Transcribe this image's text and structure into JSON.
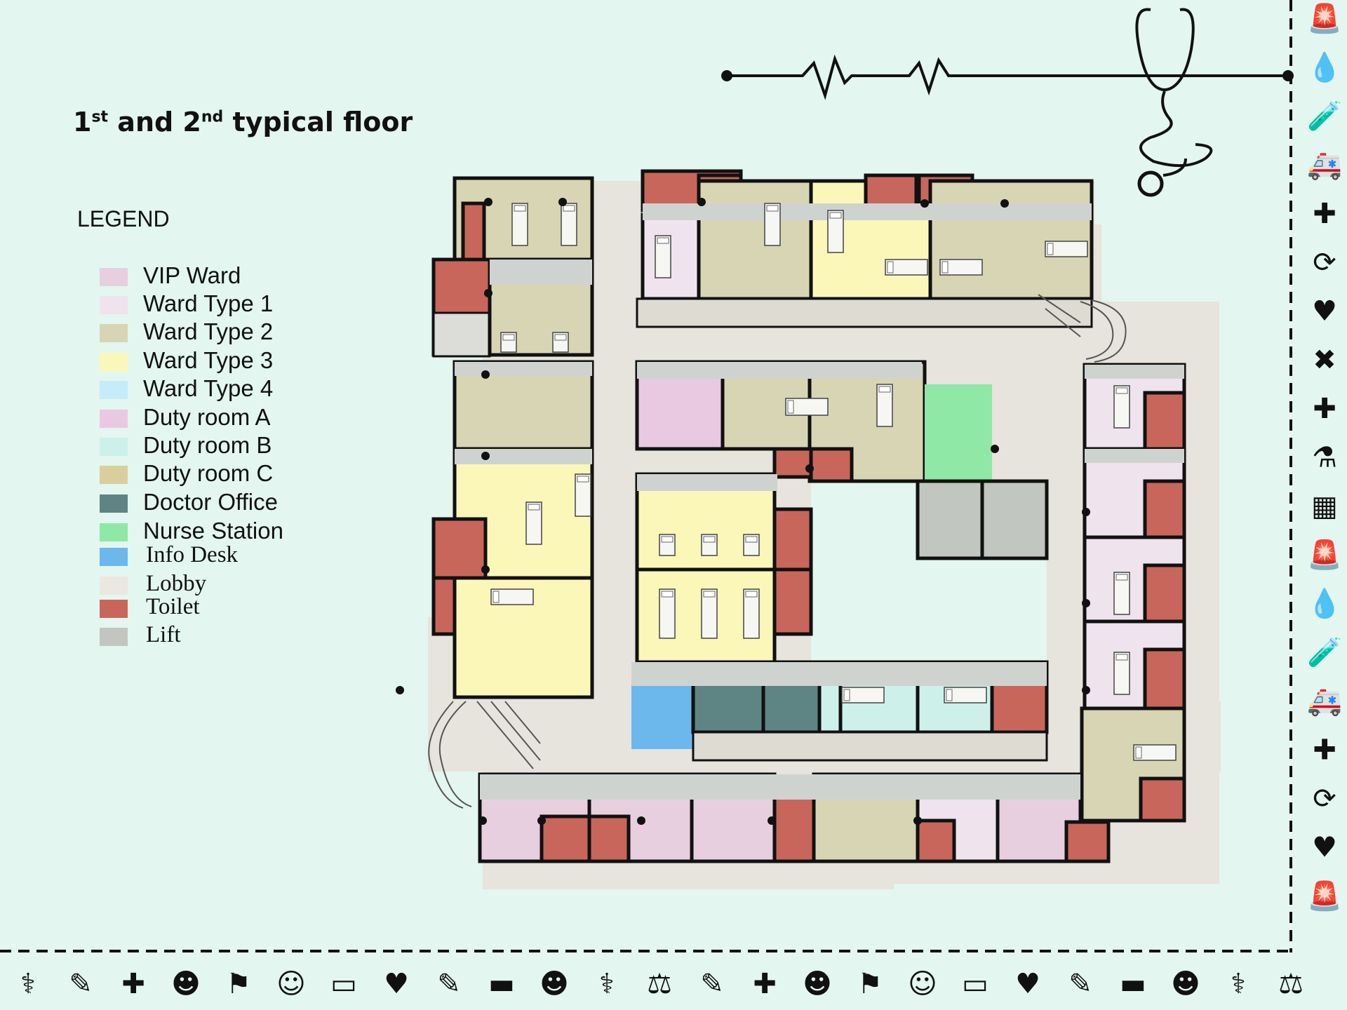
{
  "title": {
    "ordinal_a": "1",
    "sup_a": "st",
    "mid": " and 2",
    "sup_b": "nd",
    "rest": " typical floor"
  },
  "legend": {
    "heading": "LEGEND",
    "items": [
      {
        "label": "VIP Ward",
        "color": "#e7cfe0",
        "font": "sans"
      },
      {
        "label": "Ward Type 1",
        "color": "#efe3ee",
        "font": "sans"
      },
      {
        "label": "Ward Type 2",
        "color": "#d8d5b5",
        "font": "sans"
      },
      {
        "label": "Ward Type 3",
        "color": "#fbf7b8",
        "font": "sans"
      },
      {
        "label": "Ward Type 4",
        "color": "#c6ecfa",
        "font": "sans"
      },
      {
        "label": "Duty room A",
        "color": "#e9c8e2",
        "font": "sans"
      },
      {
        "label": "Duty room B",
        "color": "#cdf0ea",
        "font": "sans"
      },
      {
        "label": "Duty room C",
        "color": "#d9cf9c",
        "font": "sans"
      },
      {
        "label": "Doctor Office",
        "color": "#5f8484",
        "font": "sans"
      },
      {
        "label": "Nurse Station",
        "color": "#8fe8a6",
        "font": "sans"
      },
      {
        "label": "Info Desk",
        "color": "#6cb8ec",
        "font": "serif"
      },
      {
        "label": "Lobby",
        "color": "#ebe8df",
        "font": "serif"
      },
      {
        "label": "Toilet",
        "color": "#c8665c",
        "font": "serif"
      },
      {
        "label": "Lift",
        "color": "#c2c6c1",
        "font": "serif"
      }
    ]
  },
  "icons": {
    "right_column": [
      "siren-icon",
      "iv-bag-icon",
      "iv-drip-icon",
      "ambulance-icon",
      "medical-kit-icon",
      "heart-monitor-icon",
      "heartbeat-icon",
      "bandage-icon",
      "first-aid-kit-icon",
      "pill-bottle-icon",
      "calendar-icon",
      "siren-icon",
      "iv-bag-icon",
      "iv-drip-icon",
      "ambulance-icon",
      "medical-kit-icon",
      "heart-monitor-icon",
      "heartbeat-icon",
      "alarm-light-icon"
    ],
    "bottom_row": [
      "iv-stand-icon",
      "syringe-icon",
      "medical-case-icon",
      "nurse-icon",
      "stretcher-bearers-icon",
      "doctor-icon",
      "ecg-monitor-icon",
      "heartbeat-icon",
      "syringe-icon",
      "hospital-bed-icon",
      "nurse-icon",
      "pharmacy-icon",
      "gurney-icon",
      "syringe-icon",
      "medical-case-icon",
      "nurse-icon",
      "stretcher-bearers-icon",
      "doctor-icon",
      "ecg-monitor-icon",
      "heartbeat-icon",
      "syringe-icon",
      "hospital-bed-icon",
      "nurse-icon",
      "pharmacy-icon",
      "gurney-icon"
    ]
  },
  "colors": {
    "vip": "#e7cfe0",
    "ward1": "#efe3ee",
    "ward2": "#d8d5b5",
    "ward3": "#fbf7b8",
    "ward4": "#c6ecfa",
    "dutyA": "#e9c8e2",
    "dutyB": "#cdf0ea",
    "dutyC": "#d9cf9c",
    "doctor": "#5f8484",
    "nurse": "#8fe8a6",
    "info": "#6cb8ec",
    "lobby": "#ebe8df",
    "toilet": "#c8665c",
    "lift": "#c2c6c1",
    "wall": "#111111",
    "corridor": "#e6e4dc",
    "court": "#e3f6ef"
  }
}
